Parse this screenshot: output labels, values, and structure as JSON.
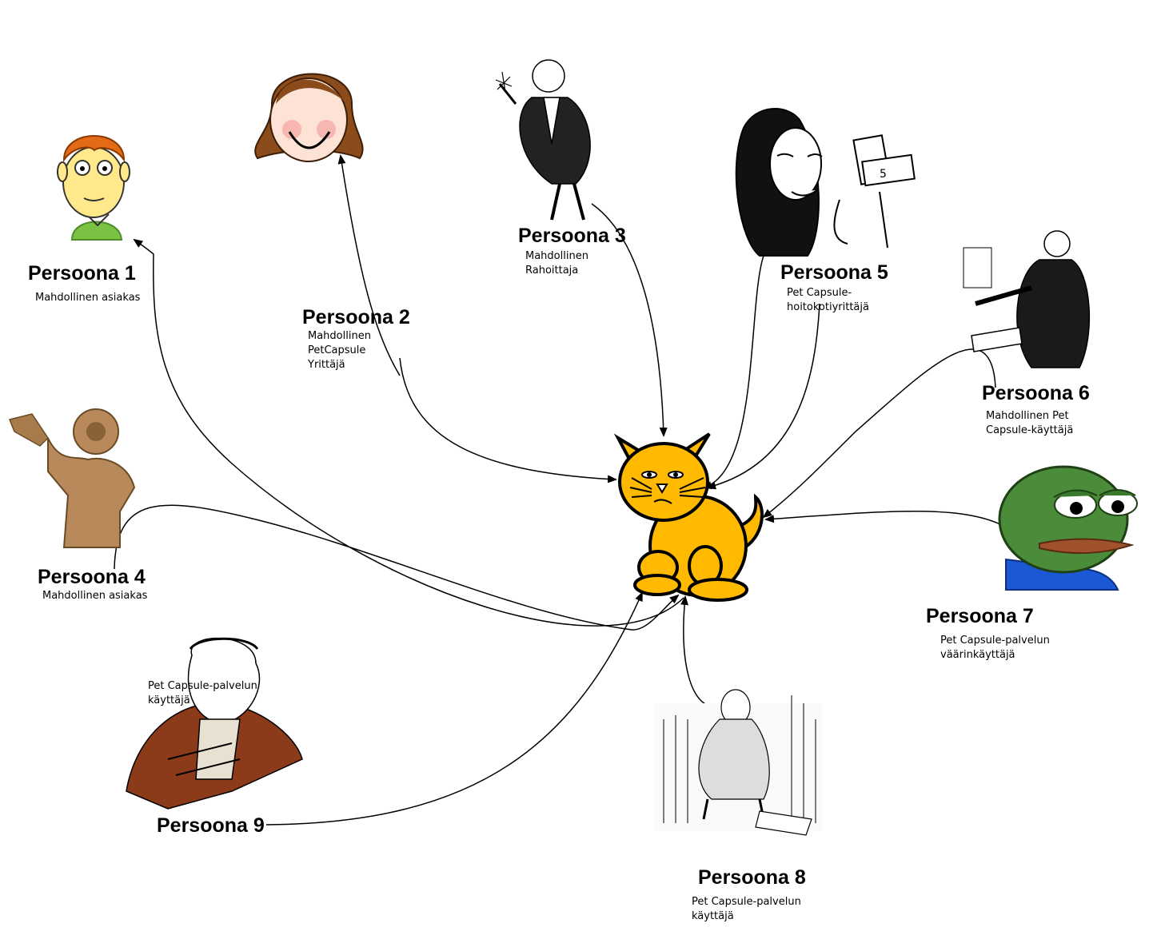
{
  "personas": [
    {
      "id": "1",
      "title": "Persoona 1",
      "desc": [
        "Mahdollinen asiakas"
      ],
      "image": "cartoon-man-icon"
    },
    {
      "id": "2",
      "title": "Persoona 2",
      "desc": [
        "Mahdollinen",
        "PetCapsule",
        "Yrittäjä"
      ],
      "image": "cartoon-woman-face-icon"
    },
    {
      "id": "3",
      "title": "Persoona 3",
      "desc": [
        "Mahdollinen",
        "Rahoittaja"
      ],
      "image": "vintage-gentleman-engraving-icon"
    },
    {
      "id": "4",
      "title": "Persoona 4",
      "desc": [
        "Mahdollinen asiakas"
      ],
      "image": "diving-suit-figure-icon"
    },
    {
      "id": "5",
      "title": "Persoona 5",
      "desc": [
        "Pet Capsule-",
        "hoitokotiyrittäjä"
      ],
      "image": "retro-woman-with-money-icon"
    },
    {
      "id": "6",
      "title": "Persoona 6",
      "desc": [
        "Mahdollinen Pet",
        "Capsule-käyttäjä"
      ],
      "image": "old-man-with-book-engraving-icon"
    },
    {
      "id": "7",
      "title": "Persoona 7",
      "desc": [
        "Pet Capsule-palvelun",
        "väärinkäyttäjä"
      ],
      "image": "sad-frog-icon"
    },
    {
      "id": "8",
      "title": "Persoona 8",
      "desc": [
        "Pet Capsule-palvelun",
        "käyttäjä"
      ],
      "image": "sad-girl-engraving-icon"
    },
    {
      "id": "9",
      "title": "Persoona 9",
      "desc": [
        "Pet Capsule-palvelun",
        "käyttäjä"
      ],
      "image": "knitting-grandmother-engraving-icon"
    }
  ],
  "center": {
    "image": "orange-cat-icon",
    "color": "#FFBA00"
  },
  "colors": {
    "arrow": "#000000",
    "background": "#ffffff"
  }
}
